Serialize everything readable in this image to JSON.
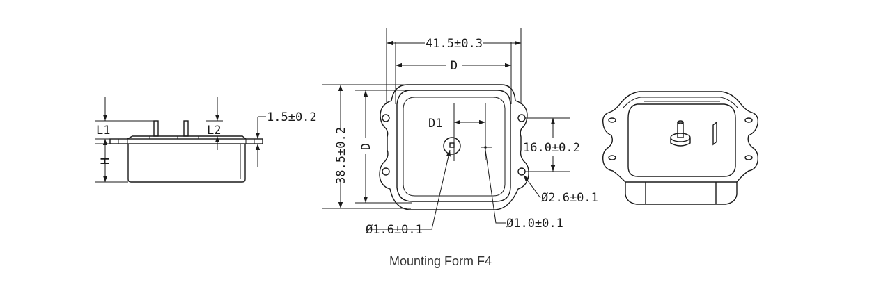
{
  "caption": "Mounting Form F4",
  "side_view": {
    "label_l1": "L1",
    "label_l2": "L2",
    "label_h": "H",
    "flange_thickness": "1.5±0.2"
  },
  "top_view": {
    "overall_width": "41.5±0.3",
    "hole_spacing_label": "D",
    "height": "38.5±0.2",
    "height_label": "D",
    "offset_label": "D1",
    "hole_pitch": "16.0±0.2",
    "mount_hole_dia": "Ø2.6±0.1",
    "center_hole_dia": "Ø1.6±0.1",
    "small_hole_dia": "Ø1.0±0.1"
  },
  "colors": {
    "ink": "#1a1a1a",
    "caption": "#333333"
  }
}
